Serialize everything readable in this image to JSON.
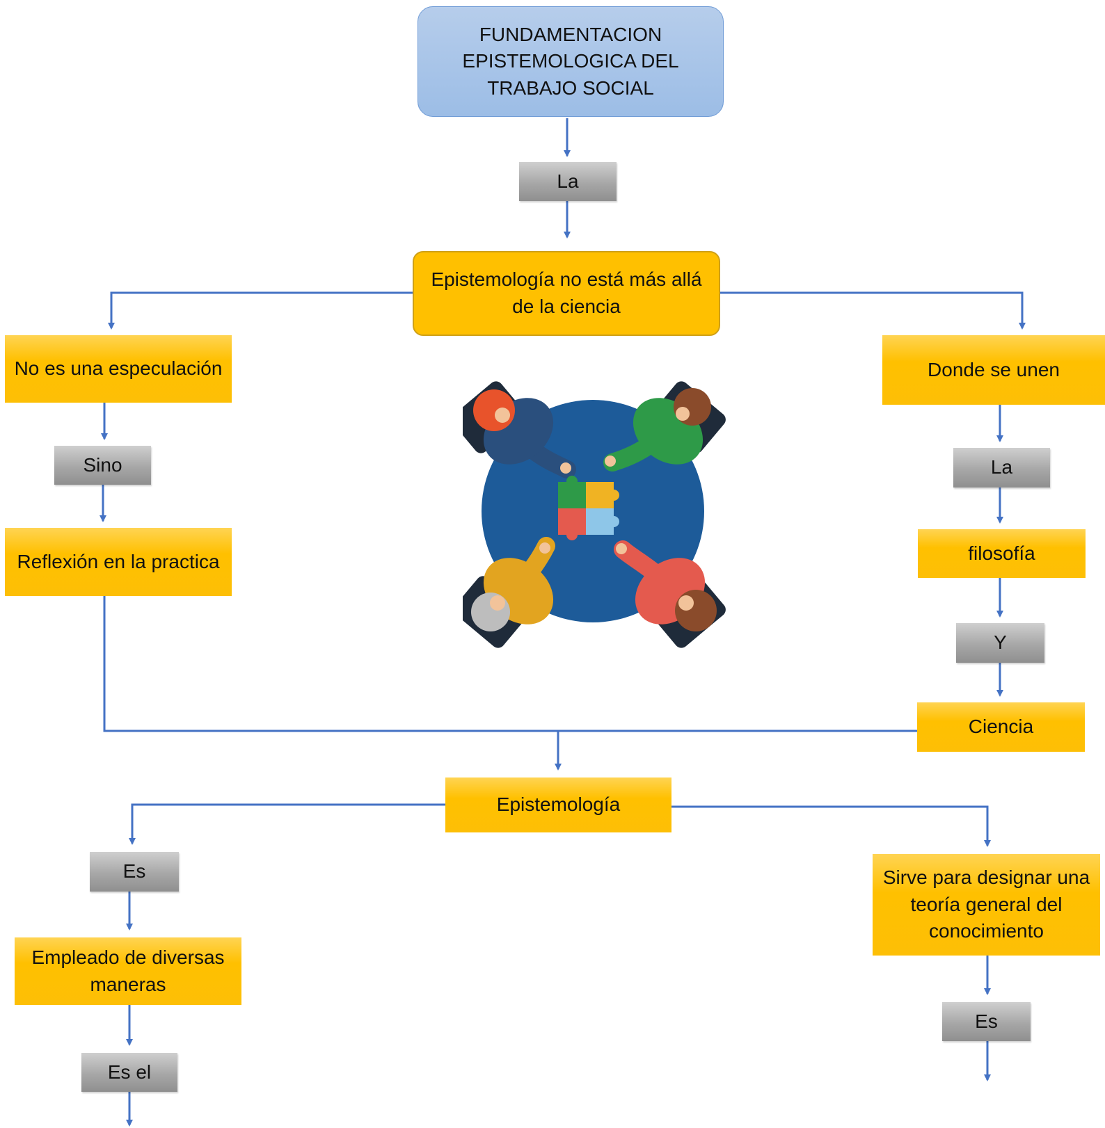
{
  "title": "FUNDAMENTACION EPISTEMOLOGICA DEL TRABAJO SOCIAL",
  "nodes": {
    "la_top": "La",
    "main": "Epistemología no está más allá de la ciencia",
    "no_es": "No es una especulación",
    "sino": "Sino",
    "reflexion": "Reflexión en la practica",
    "donde": "Donde se unen",
    "la_right": "La",
    "filosofia": "filosofía",
    "y": "Y",
    "ciencia": "Ciencia",
    "epistemologia": "Epistemología",
    "es_left": "Es",
    "empleado": "Empleado de diversas maneras",
    "es_el": "Es el",
    "sirve": "Sirve para designar una teoría general del conocimiento",
    "es_right": "Es"
  },
  "illustration": "people-around-table-puzzle",
  "colors": {
    "connector": "#4472c4",
    "title_fill": "#a9c5ea",
    "concept_fill": "#ffc000",
    "connector_word_fill": "#a6a6a6",
    "table": "#1d5b99"
  }
}
